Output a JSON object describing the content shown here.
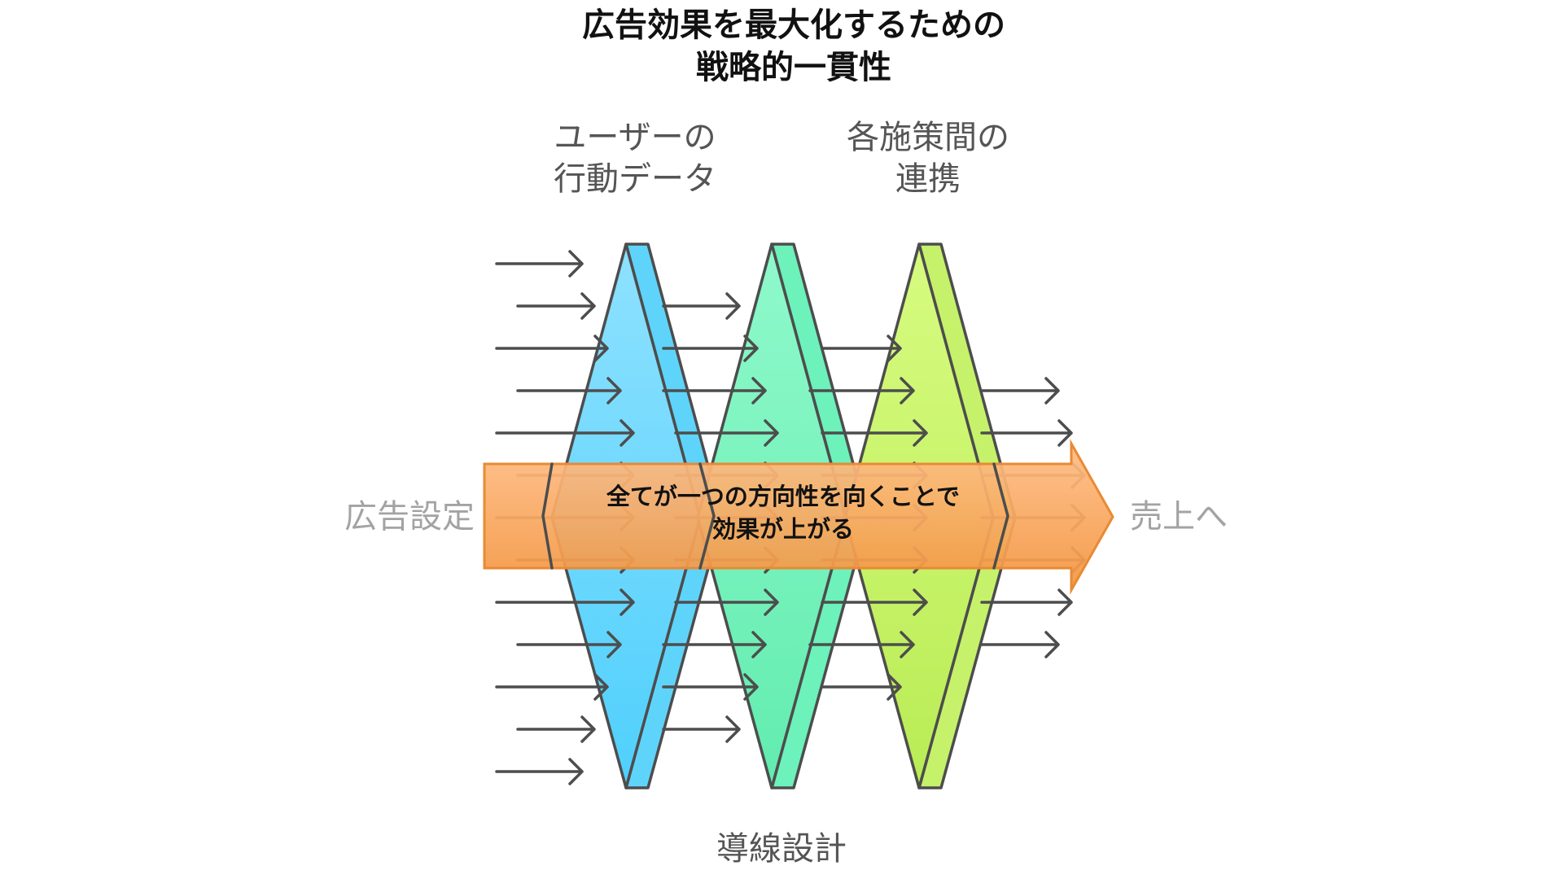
{
  "title": {
    "line1": "広告効果を最大化するための",
    "line2": "戦略的一貫性"
  },
  "labels": {
    "top_left": {
      "line1": "ユーザーの",
      "line2": "行動データ"
    },
    "top_right": {
      "line1": "各施策間の",
      "line2": "連携"
    },
    "bottom": "導線設計",
    "input": "広告設定",
    "output": "売上へ"
  },
  "banner": {
    "line1": "全てが一つの方向性を向くことで",
    "line2": "効果が上がる"
  },
  "filters": [
    {
      "name": "blue-filter",
      "color_top": "#8ee1ff",
      "color_bottom": "#4fd0fc",
      "side_color": "#5fd4fb"
    },
    {
      "name": "green-filter",
      "color_top": "#8ff9cb",
      "color_bottom": "#62ecaf",
      "side_color": "#6cf2ba"
    },
    {
      "name": "lime-filter",
      "color_top": "#d7fb80",
      "color_bottom": "#b9ec55",
      "side_color": "#c5f26a"
    }
  ],
  "colors": {
    "banner_top": "#ffbd86",
    "banner_bottom": "#f3953f",
    "banner_stroke": "#e98a34",
    "stroke": "#4d4d4d"
  }
}
